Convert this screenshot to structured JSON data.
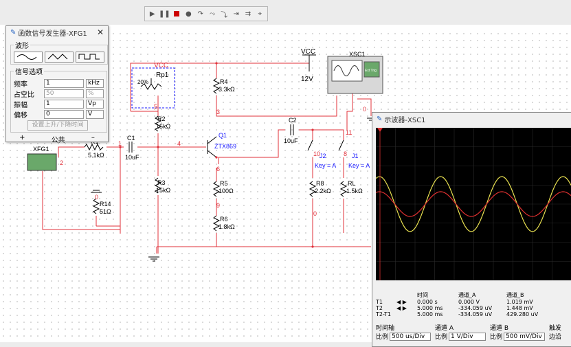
{
  "toolbar": {
    "icons": [
      "play-icon",
      "pause-icon",
      "stop-icon",
      "record-icon",
      "step-icon",
      "step-over-icon",
      "step-into-icon",
      "breakpoint-icon",
      "pause-next-icon",
      "probe-icon"
    ]
  },
  "fgen_window": {
    "title": "函数信号发生器-XFG1",
    "close": "✕",
    "waveform_legend": "波形",
    "options_legend": "信号选项",
    "rows": [
      {
        "label": "频率",
        "value": "1",
        "unit": "kHz"
      },
      {
        "label": "占空比",
        "value": "50",
        "unit": "%"
      },
      {
        "label": "振幅",
        "value": "1",
        "unit": "Vp"
      },
      {
        "label": "偏移",
        "value": "0",
        "unit": "V"
      }
    ],
    "rise_fall_button": "设置上升/下降时间",
    "plus": "+",
    "common": "公共",
    "minus": "–"
  },
  "circuit": {
    "vcc_top": "VCC",
    "vcc_right": "VCC",
    "v12": "12V",
    "rp1": "Rp1",
    "rp1_pct": "20%",
    "r4": "R4",
    "r4v": "3.3kΩ",
    "r2": "R2",
    "r2v": "15kΩ",
    "r3": "R3",
    "r3v": "15kΩ",
    "r1": "R1",
    "r1v": "5.1kΩ",
    "c1": "C1",
    "c1v": "10uF",
    "c2": "C2",
    "c2v": "10uF",
    "q1": "Q1",
    "q1v": "ZTX869",
    "r5": "R5",
    "r5v": "100Ω",
    "r6": "R6",
    "r6v": "1.8kΩ",
    "r14": "R14",
    "r14v": "51Ω",
    "r8": "R8",
    "r8v": "2.2kΩ",
    "rl": "RL",
    "rlv": "1.5kΩ",
    "j2": "J2",
    "j2k": "Key = A",
    "j1": "J1",
    "j1k": "Key = A",
    "xfg1": "XFG1",
    "xsc1": "XSC1",
    "ext_trig": "Ext Trig",
    "nodes": {
      "n0a": "0",
      "n0b": "0",
      "n0c": "0",
      "n1": "1",
      "n2": "2",
      "n3": "3",
      "n4": "4",
      "n5": "5",
      "n6": "6",
      "n8": "8",
      "n9": "9",
      "n10": "10",
      "n11": "11"
    }
  },
  "scope_window": {
    "title": "示波器-XSC1",
    "headers": {
      "time": "时间",
      "cha": "通道_A",
      "chb": "通道_B"
    },
    "rows": [
      {
        "label": "T1",
        "time": "0.000 s",
        "a": "0.000 V",
        "b": "1.019 mV"
      },
      {
        "label": "T2",
        "time": "5.000 ms",
        "a": "-334.059 uV",
        "b": "1.448 mV"
      },
      {
        "label": "T2-T1",
        "time": "5.000 ms",
        "a": "-334.059 uV",
        "b": "429.280 uV"
      }
    ],
    "timebase_label": "时间轴",
    "timebase_scale_label": "比例",
    "timebase_scale": "500 us/Div",
    "cha_label": "通道 A",
    "cha_scale_label": "比例",
    "cha_scale": "1 V/Div",
    "chb_label": "通道 B",
    "chb_scale_label": "比例",
    "chb_scale": "500 mV/Div",
    "trigger_label": "触发",
    "edge_label": "边沿"
  },
  "colors": {
    "wire_red": "#e0303a",
    "blue": "#1a1aff",
    "channel_a": "#e8e050",
    "channel_b": "#e03030"
  }
}
